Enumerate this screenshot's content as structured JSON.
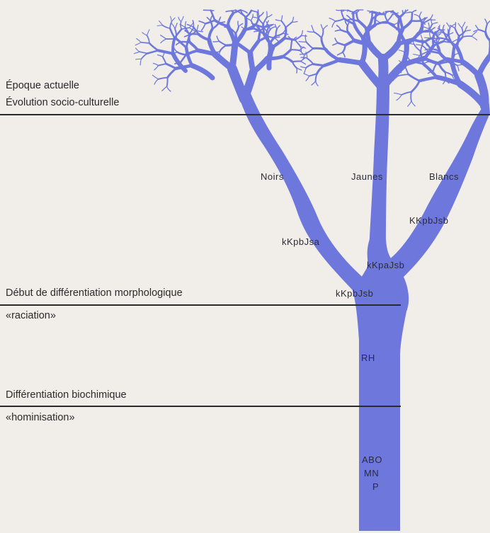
{
  "levels": {
    "present": {
      "line1": "Époque actuelle",
      "line2": "Évolution socio-culturelle"
    },
    "radiation": {
      "line1": "Début de différentiation morphologique",
      "line2": "«raciation»"
    },
    "hominisation": {
      "line1": "Différentiation biochimique",
      "line2": "«hominisation»"
    }
  },
  "branches": {
    "left": "Noirs",
    "middle": "Jaunes",
    "right": "Blancs"
  },
  "markers": {
    "right_branch": "KKpbJsb",
    "left_branch": "kKpbJsa",
    "fork": "kKpaJsb",
    "trunk_top": "kKpbJsb",
    "trunk_mid": "RH",
    "trunk_base": [
      "ABO",
      "MN",
      "P"
    ]
  },
  "colors": {
    "tree": "#6d77dc",
    "paper": "#f1eeea",
    "line": "#2b2b2b"
  }
}
